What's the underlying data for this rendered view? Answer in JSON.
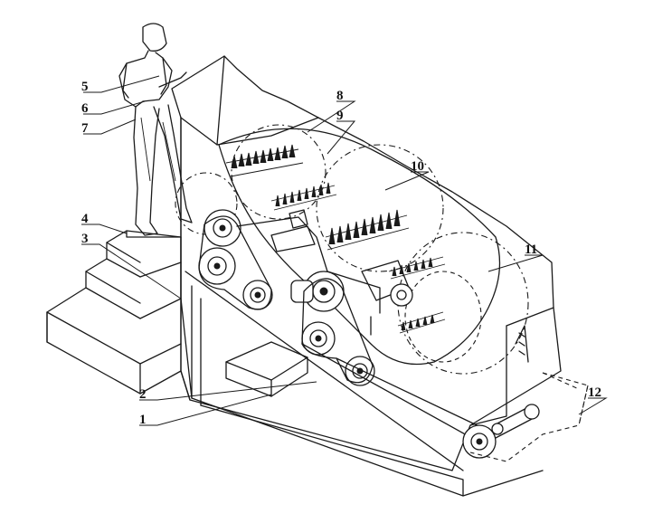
{
  "figure": {
    "labels": [
      {
        "id": "1",
        "text": "1"
      },
      {
        "id": "2",
        "text": "2"
      },
      {
        "id": "3",
        "text": "3"
      },
      {
        "id": "4",
        "text": "4"
      },
      {
        "id": "5",
        "text": "5"
      },
      {
        "id": "6",
        "text": "6"
      },
      {
        "id": "7",
        "text": "7"
      },
      {
        "id": "8",
        "text": "8"
      },
      {
        "id": "9",
        "text": "9"
      },
      {
        "id": "10",
        "text": "10"
      },
      {
        "id": "11",
        "text": "11"
      },
      {
        "id": "12",
        "text": "12"
      }
    ]
  },
  "colors": {
    "line": "#1a1a1a",
    "background": "#ffffff"
  }
}
